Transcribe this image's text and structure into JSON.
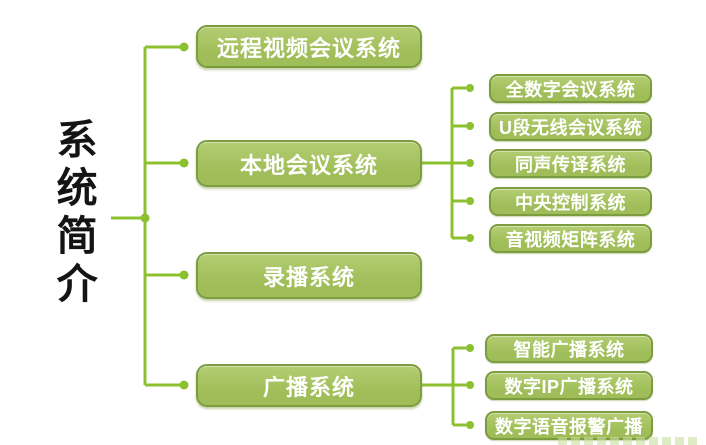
{
  "title": {
    "text": "系统简介"
  },
  "colors": {
    "line": "#8cc02f",
    "node-fill": "#9fbd58",
    "node-hi": "#b3cd72",
    "node-border": "#7d9c40",
    "node-text": "#ffffff",
    "title-text": "#141414",
    "watermark": "#c9df9f"
  },
  "branches": [
    {
      "label": "远程视频会议系统",
      "children": []
    },
    {
      "label": "本地会议系统",
      "children": [
        "全数字会议系统",
        "U段无线会议系统",
        "同声传译系统",
        "中央控制系统",
        "音视频矩阵系统"
      ]
    },
    {
      "label": "录播系统",
      "children": []
    },
    {
      "label": "广播系统",
      "children": [
        "智能广播系统",
        "数字IP广播系统",
        "数字语音报警广播"
      ]
    }
  ]
}
